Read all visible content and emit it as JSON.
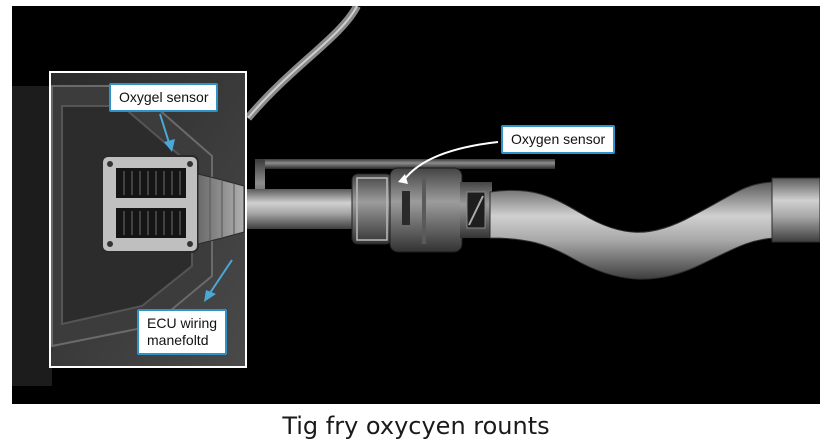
{
  "figure": {
    "caption": "Tig fry oxycyen rounts"
  },
  "callouts": {
    "oxygel_sensor": "Oxygel sensor",
    "oxygen_sensor": "Oxygen sensor",
    "ecu_wiring": "ECU wiring\nmanefoltd"
  },
  "colors": {
    "background": "#000000",
    "callout_border": "#2f93c8",
    "arrow": "#4aa8d8",
    "inset_frame": "#ffffff",
    "metal": "#9a9a9a"
  },
  "icons": {
    "oxygel_arrow": "arrow-down-icon",
    "oxygen_arrow": "curved-arrow-icon",
    "ecu_arrow": "arrow-down-left-icon"
  }
}
